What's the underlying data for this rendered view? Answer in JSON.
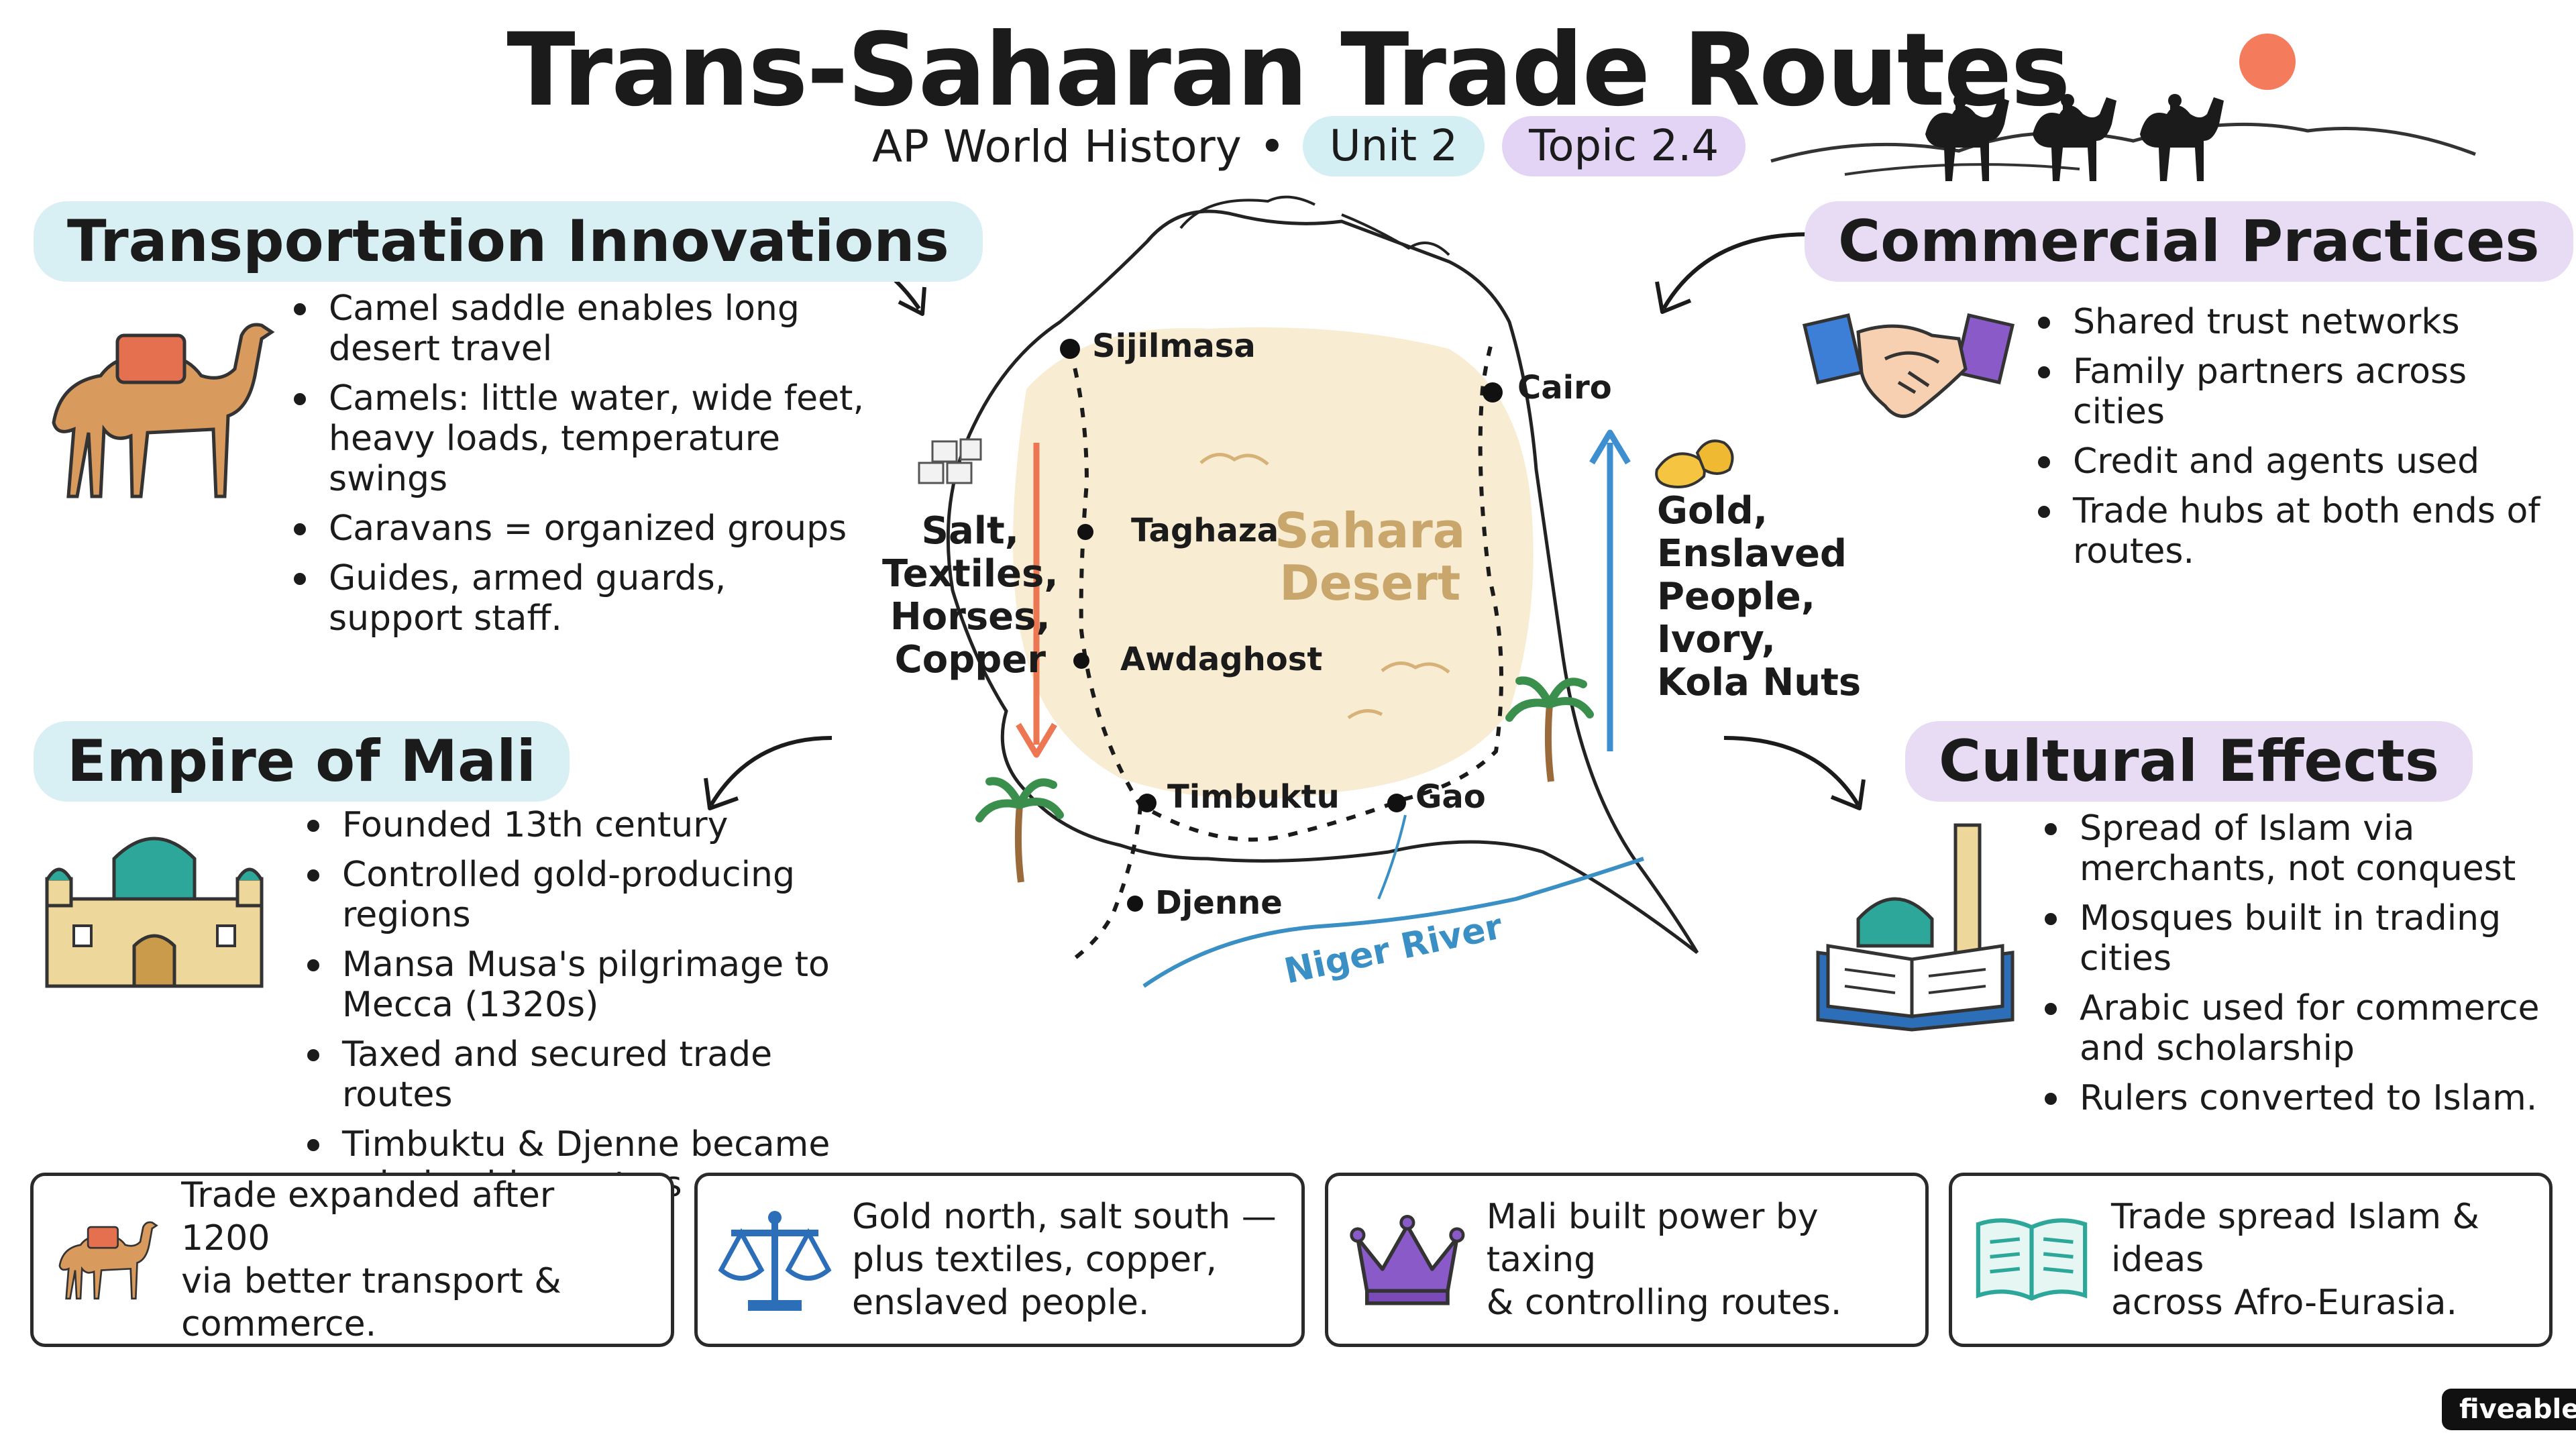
{
  "header": {
    "title": "Trans-Saharan Trade Routes",
    "course": "AP World History",
    "separator": "•",
    "unit": "Unit 2",
    "topic": "Topic 2.4"
  },
  "sections": {
    "transportation": {
      "heading": "Transportation Innovations",
      "items": [
        "Camel saddle enables long desert travel",
        "Camels: little water, wide feet, heavy loads, temperature swings",
        "Caravans = organized groups",
        "Guides, armed guards, support staff."
      ]
    },
    "commercial": {
      "heading": "Commercial Practices",
      "items": [
        "Shared trust networks",
        "Family partners across cities",
        "Credit and agents used",
        "Trade hubs at both ends of routes."
      ]
    },
    "mali": {
      "heading": "Empire of Mali",
      "items": [
        "Founded 13th century",
        "Controlled gold-producing regions",
        "Mansa Musa's pilgrimage to Mecca (1320s)",
        "Taxed and secured trade routes",
        "Timbuktu & Djenne became scholarship centers"
      ]
    },
    "cultural": {
      "heading": "Cultural Effects",
      "items": [
        "Spread of Islam via merchants, not conquest",
        "Mosques built in trading cities",
        "Arabic used for commerce and scholarship",
        "Rulers converted to Islam."
      ]
    }
  },
  "map": {
    "region_label_1": "Sahara",
    "region_label_2": "Desert",
    "river_label": "Niger River",
    "cities": {
      "sijilmasa": "Sijilmasa",
      "cairo": "Cairo",
      "taghaza": "Taghaza",
      "awdaghost": "Awdaghost",
      "timbuktu": "Timbuktu",
      "gao": "Gao",
      "djenne": "Djenne"
    },
    "southbound_goods": [
      "Salt,",
      "Textiles,",
      "Horses,",
      "Copper"
    ],
    "northbound_goods": [
      "Gold,",
      "Enslaved",
      "People,",
      "Ivory,",
      "Kola Nuts"
    ]
  },
  "cards": [
    {
      "line1": "Trade expanded after 1200",
      "line2": "via better transport & commerce.",
      "line3": "",
      "icon": "camel-icon"
    },
    {
      "line1": "Gold north, salt south —",
      "line2": "plus textiles, copper,",
      "line3": "enslaved people.",
      "icon": "scales-icon"
    },
    {
      "line1": "Mali built power by taxing",
      "line2": "& controlling routes.",
      "line3": "",
      "icon": "crown-icon"
    },
    {
      "line1": "Trade spread Islam & ideas",
      "line2": "across Afro-Eurasia.",
      "line3": "",
      "icon": "open-book-icon"
    }
  ],
  "brand": "fiveable",
  "colors": {
    "blue_highlight": "#d8eff4",
    "purple_highlight": "#e8dcf5",
    "sand": "#f8ecd2",
    "arrow_south": "#ee7753",
    "arrow_north": "#3e8fd0",
    "river": "#3a8fc4",
    "sun": "#f47b5c"
  }
}
